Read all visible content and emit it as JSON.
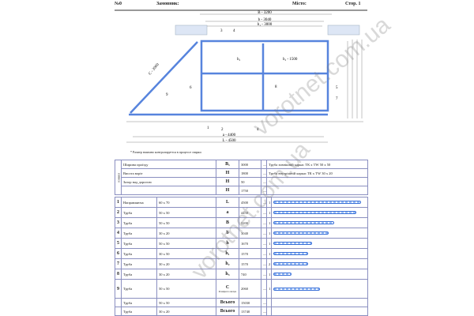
{
  "header": {
    "number": "№0",
    "customer": "Замовник:",
    "city": "Місто:",
    "page": "Стор. 1"
  },
  "drawing": {
    "dims": {
      "B": "B - 3200",
      "b": "b - 3040",
      "b1": "b₁ - 3000",
      "a": "a - 4400",
      "L": "L - 4500",
      "C": "C - 2060",
      "b2": "b₂",
      "b2val": "b₂ - 1500"
    },
    "parts": [
      "1",
      "2",
      "3",
      "4",
      "5",
      "6",
      "7",
      "8",
      "9"
    ],
    "note": "* Размер взаимно контролируется в процессе сварки"
  },
  "table": {
    "side_label": "ознаки",
    "params": [
      {
        "name": "Ширина проїзду",
        "sym": "B₁",
        "val": "3000",
        "extra": "Труба зовнішній каркас ТК x ТW",
        "size": "50 x 50"
      },
      {
        "name": "Висота воріт",
        "sym": "H",
        "val": "1800",
        "extra": "Труба внутрішній каркас ТК x ТW",
        "size": "30 x 20"
      },
      {
        "name": "Зазор над дорогою",
        "sym": "H",
        "val": "50",
        "extra": "",
        "size": ""
      },
      {
        "name": "",
        "sym": "H",
        "val": "1750",
        "extra": "",
        "size": ""
      }
    ],
    "rows": [
      {
        "n": "1",
        "name": "Направляюча",
        "size": "60 x 70",
        "sym": "L",
        "val": "4500",
        "qty": "1",
        "bar": 0.95
      },
      {
        "n": "2",
        "name": "Труба",
        "size": "50 x 50",
        "sym": "a",
        "val": "4450",
        "qty": "1",
        "bar": 0.9
      },
      {
        "n": "3",
        "name": "Труба",
        "size": "50 x 50",
        "sym": "B",
        "val": "3200",
        "qty": "1",
        "bar": 0.66
      },
      {
        "n": "4",
        "name": "Труба",
        "size": "30 x 20",
        "sym": "b",
        "val": "3040",
        "qty": "1",
        "bar": 0.6
      },
      {
        "n": "5",
        "name": "Труба",
        "size": "50 x 50",
        "sym": "h",
        "val": "1670",
        "qty": "1",
        "bar": 0.42
      },
      {
        "n": "6",
        "name": "Труба",
        "size": "30 x 50",
        "sym": "h₁",
        "val": "1570",
        "qty": "1",
        "bar": 0.38
      },
      {
        "n": "7",
        "name": "Труба",
        "size": "30 x 20",
        "sym": "h₂",
        "val": "1570",
        "qty": "2",
        "bar": 0.38
      },
      {
        "n": "8",
        "name": "Труба",
        "size": "30 x 20",
        "sym": "h₃",
        "val": "740",
        "qty": "1",
        "bar": 0.2
      },
      {
        "n": "9",
        "name": "Труба",
        "size": "50 x 50",
        "sym": "C",
        "val": "2060",
        "qty": "1",
        "bar": 0.5,
        "symnote": "Розміри по місцю"
      }
    ],
    "totals": [
      {
        "name": "Труба",
        "size": "50 x 50",
        "sym": "Всього",
        "val": "15030"
      },
      {
        "name": "Труба",
        "size": "30 x 20",
        "sym": "Всього",
        "val": "13740"
      }
    ],
    "dash": "—"
  },
  "watermark": "vorotnet.com.ua"
}
